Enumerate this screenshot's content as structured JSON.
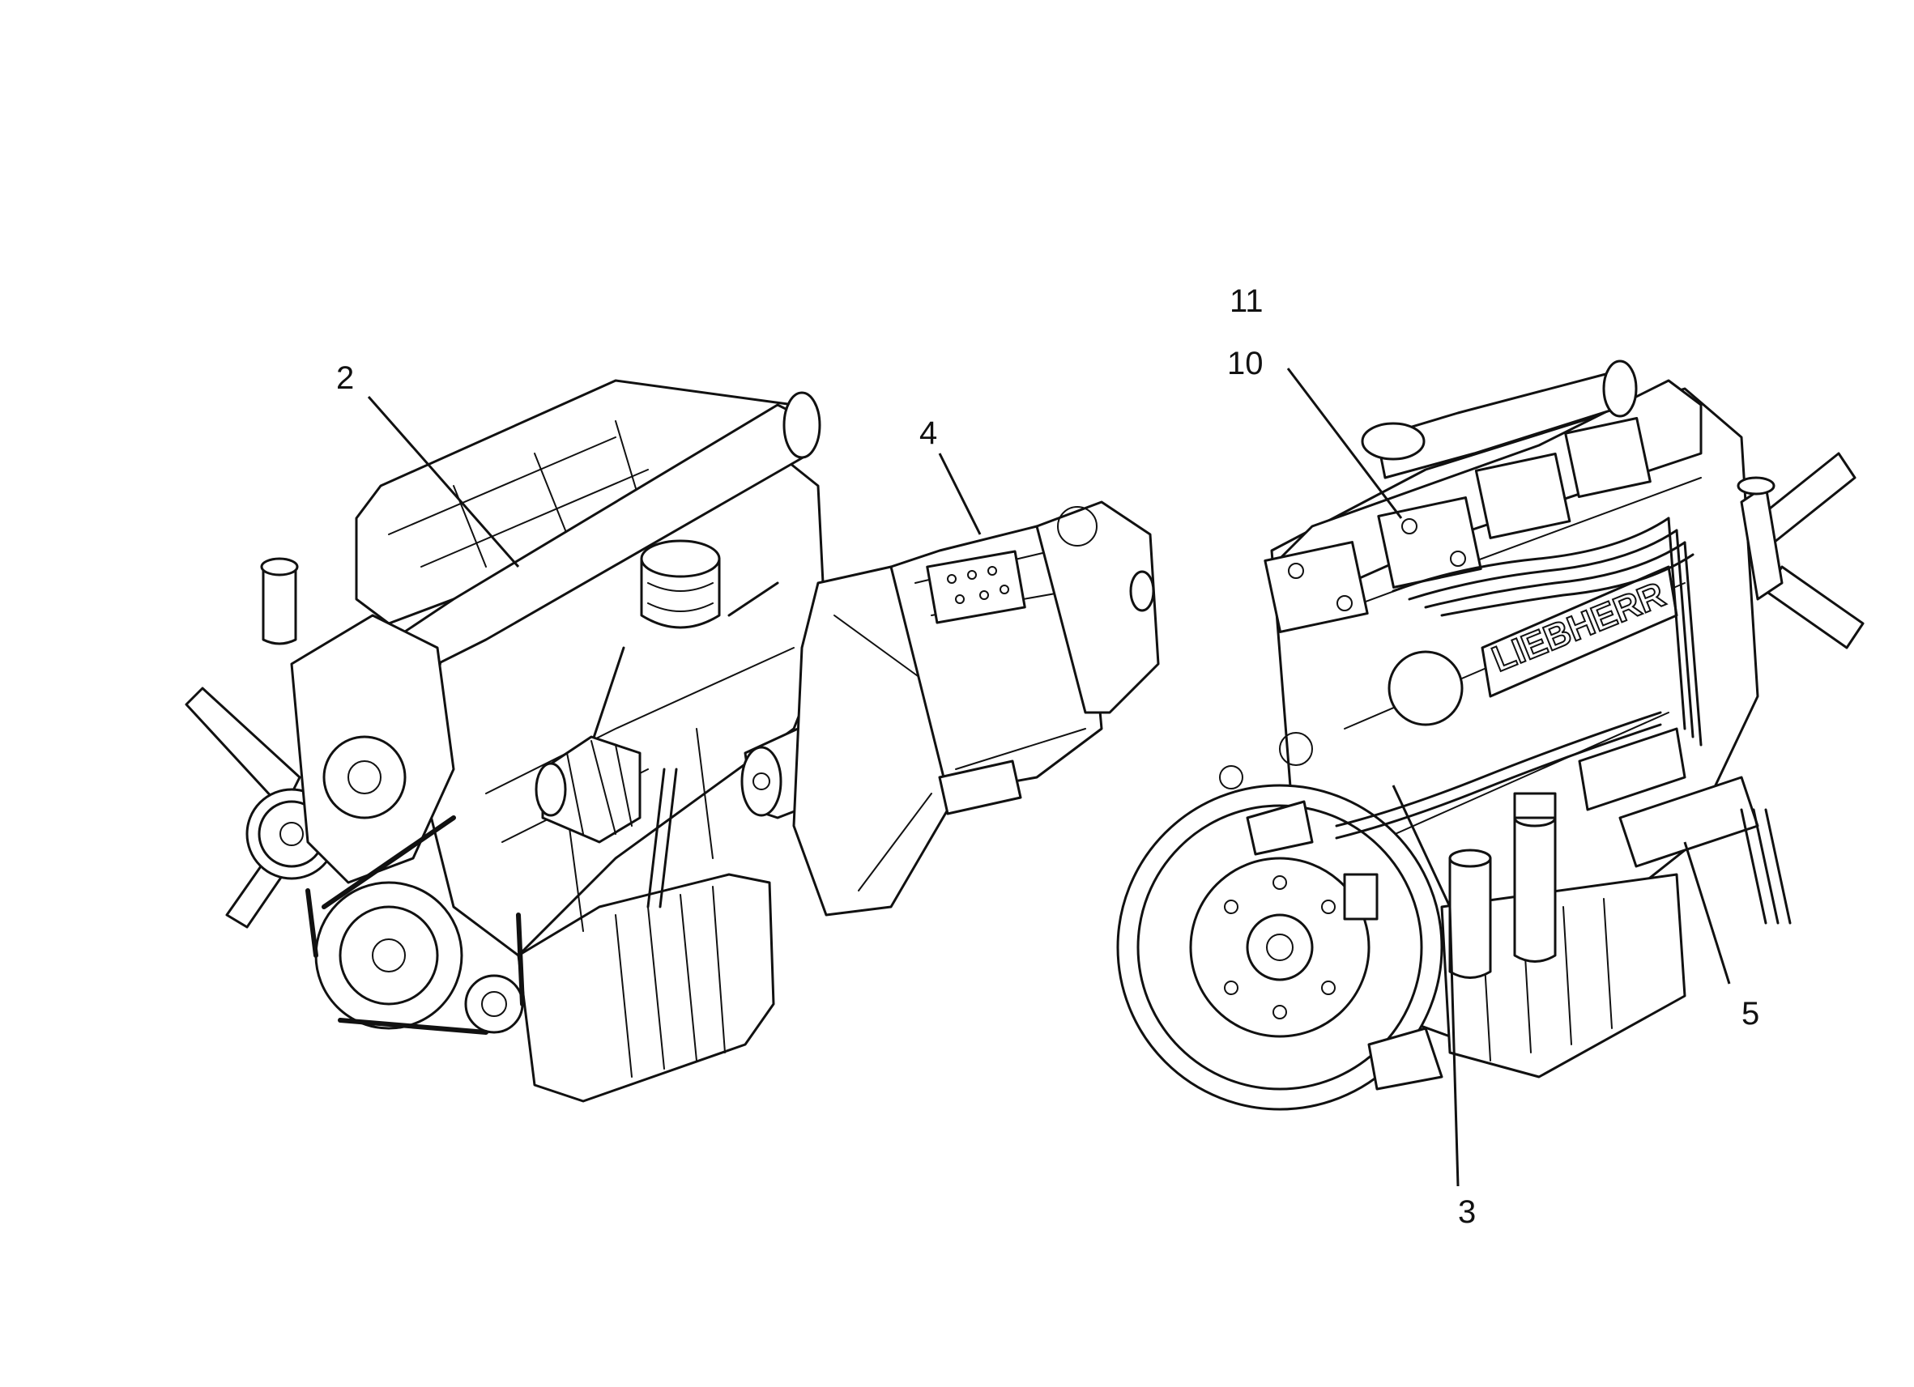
{
  "diagram": {
    "callouts": [
      {
        "id": "2",
        "label": "2"
      },
      {
        "id": "4",
        "label": "4"
      },
      {
        "id": "11",
        "label": "11"
      },
      {
        "id": "10",
        "label": "10"
      },
      {
        "id": "5",
        "label": "5"
      },
      {
        "id": "3",
        "label": "3"
      }
    ],
    "brand_text": "LIEBHERR",
    "colors": {
      "ink": "#111111",
      "paper": "#ffffff"
    }
  }
}
